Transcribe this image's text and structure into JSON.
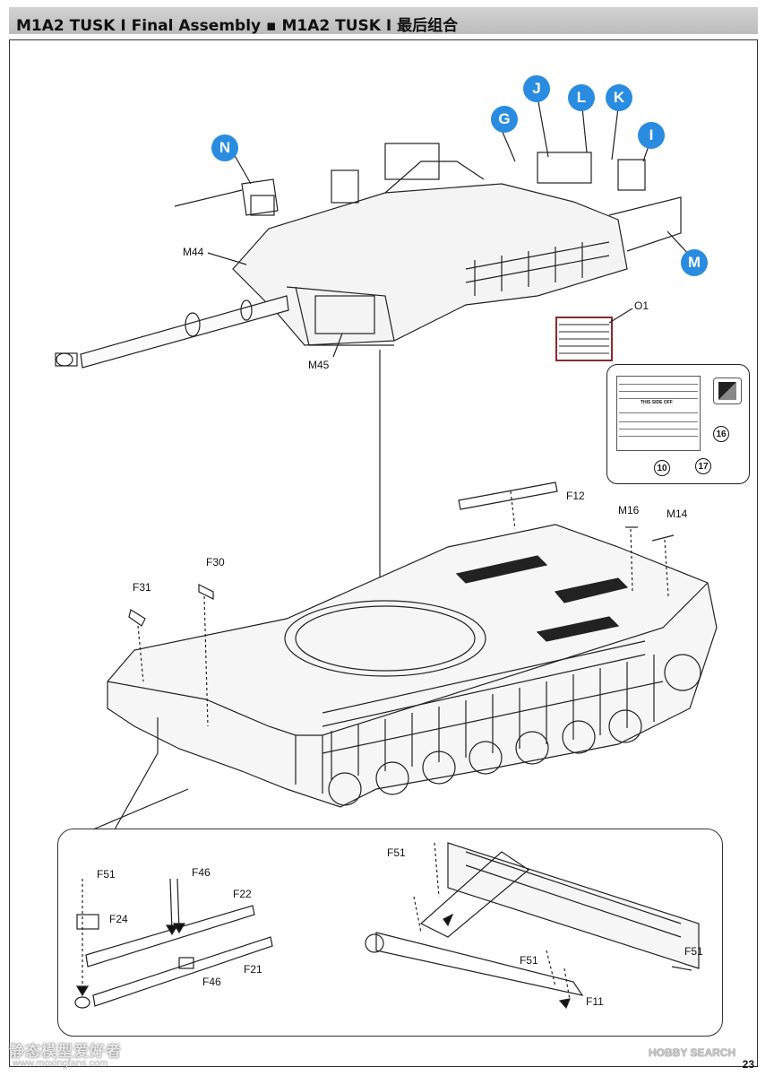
{
  "header": {
    "title": "M1A2 TUSK I Final Assembly ▪ M1A2 TUSK I 最后组合"
  },
  "badges": {
    "n": "N",
    "g": "G",
    "j": "J",
    "l": "L",
    "k": "K",
    "i": "I",
    "m": "M"
  },
  "parts": {
    "m44": "M44",
    "m45": "M45",
    "o1": "O1",
    "f12": "F12",
    "m16": "M16",
    "m14": "M14",
    "f30": "F30",
    "f31": "F31",
    "f51_a": "F51",
    "f46_a": "F46",
    "f22": "F22",
    "f24": "F24",
    "f21": "F21",
    "f46_b": "F46",
    "f51_b": "F51",
    "f51_c": "F51",
    "f51_d": "F51",
    "f11": "F11"
  },
  "decals": {
    "sheet_text": "THIS SIDE OFF",
    "n16": "16",
    "n17": "17",
    "n10": "10"
  },
  "page_number": "23",
  "watermarks": {
    "left": "静态模型爱好者",
    "left_url": "www.moxingfans.com",
    "right": "HOBBY SEARCH"
  }
}
